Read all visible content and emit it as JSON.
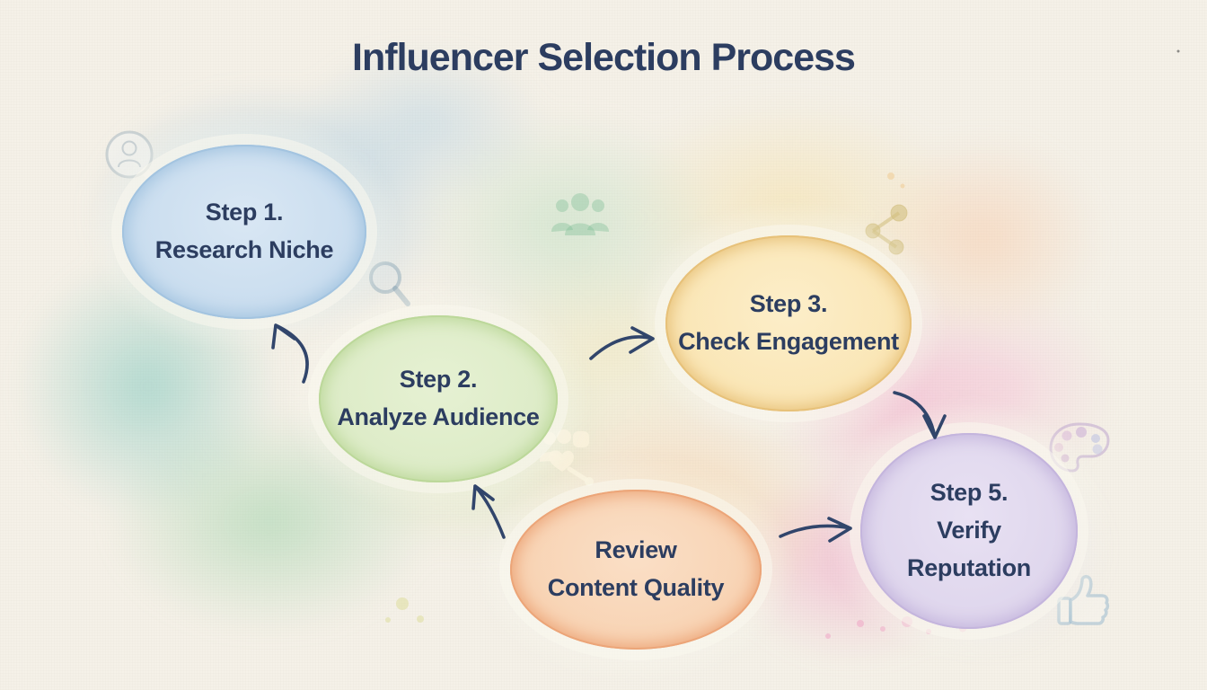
{
  "title": {
    "text": "Influencer Selection Process"
  },
  "colors": {
    "ink": "#2c3d60",
    "arrow": "#31456b",
    "paper": "#f5f1e8"
  },
  "steps": [
    {
      "label1": "Step 1.",
      "label2": "Research Niche",
      "fill": "#c8dcee",
      "light": "#d9e7f4",
      "edge": "#a3c4e0"
    },
    {
      "label1": "Step 2.",
      "label2": "Analyze Audience",
      "fill": "#dcebc6",
      "light": "#e6f1d3",
      "edge": "#bcd89a"
    },
    {
      "label1": "Step 3.",
      "label2": "Check Engagement",
      "fill": "#fae5b4",
      "light": "#fceec9",
      "edge": "#e7c179"
    },
    {
      "label1": "Review",
      "label2": "Content Quality",
      "fill": "#f8d2b2",
      "light": "#fadfc6",
      "edge": "#eca578"
    },
    {
      "label1": "Step 5.",
      "label2": "Verify",
      "label3": "Reputation",
      "fill": "#ded5ec",
      "light": "#e8e1f3",
      "edge": "#c4b5dd"
    }
  ],
  "arrows": [
    {
      "from": "Step 2",
      "to": "Step 1"
    },
    {
      "from": "Step 2",
      "to": "Step 3"
    },
    {
      "from": "Step 3",
      "to": "Step 5"
    },
    {
      "from": "Review Content Quality",
      "to": "Step 2"
    },
    {
      "from": "Review Content Quality",
      "to": "Step 5"
    }
  ],
  "decorative_icons": [
    "user-search-icon",
    "team-icon",
    "magnifier-icon",
    "share-icon",
    "audience-love-icon",
    "palette-icon",
    "thumbs-up-icon"
  ]
}
